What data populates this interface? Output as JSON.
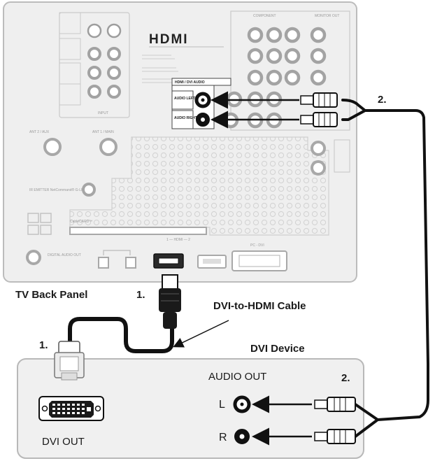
{
  "tv_panel": {
    "caption": "TV Back Panel",
    "logo": "HDMI",
    "hdmi_dvi_audio_heading": "HDMI / DVI AUDIO",
    "audio_jack_labels": [
      "AUDIO LEFT (MONO)",
      "AUDIO RIGHT"
    ],
    "section_labels": [
      "COMPONENT",
      "MONITOR OUT",
      "INPUT",
      "ANT 2 / AUX",
      "ANT 1 / MAIN",
      "IR EMITTER NetCommand® G-LINK",
      "CableCARD™",
      "DIGITAL AUDIO OUT",
      "1 — HDMI — 2",
      "PC - DVI"
    ]
  },
  "cable": {
    "label": "DVI-to-HDMI Cable"
  },
  "dvi_device": {
    "title": "DVI Device",
    "audio_out_label": "AUDIO OUT",
    "channel_left": "L",
    "channel_right": "R",
    "dvi_out_label": "DVI OUT"
  },
  "steps": {
    "hdmi_plug": "1.",
    "dvi_plug": "1.",
    "audio_tv": "2.",
    "audio_device": "2."
  },
  "colors": {
    "panel_fill": "#efefef",
    "panel_border": "#b8b8b8",
    "cable": "#111111",
    "device_fill": "#f0f0f0"
  }
}
